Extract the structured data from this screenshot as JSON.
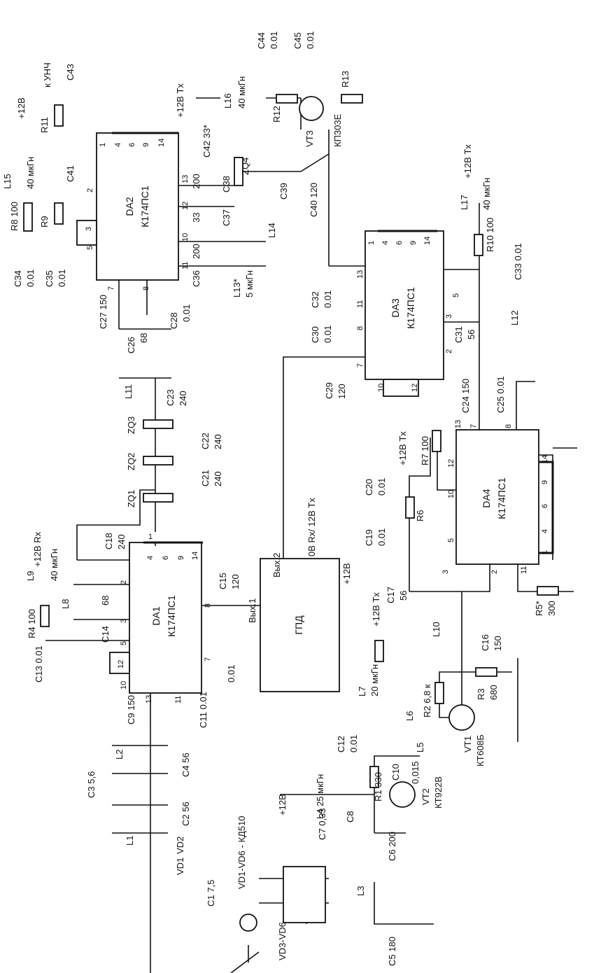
{
  "ics": [
    {
      "ref": "DA1",
      "part": "К174ПС1",
      "pins": [
        "1",
        "2",
        "3",
        "4",
        "5",
        "6",
        "7",
        "8",
        "9",
        "10",
        "11",
        "12",
        "13",
        "14"
      ]
    },
    {
      "ref": "DA2",
      "part": "К174ПС1",
      "pins": [
        "1",
        "2",
        "3",
        "4",
        "5",
        "6",
        "7",
        "8",
        "9",
        "10",
        "11",
        "12",
        "13",
        "14"
      ]
    },
    {
      "ref": "DA3",
      "part": "К174ПС1",
      "pins": [
        "1",
        "2",
        "3",
        "4",
        "5",
        "6",
        "7",
        "8",
        "9",
        "10",
        "11",
        "12",
        "13",
        "14"
      ]
    },
    {
      "ref": "DA4",
      "part": "К174ПС1",
      "pins": [
        "1",
        "2",
        "3",
        "4",
        "5",
        "6",
        "7",
        "8",
        "9",
        "10",
        "11",
        "12",
        "13",
        "14"
      ]
    }
  ],
  "gpd": {
    "name": "ГПД",
    "out1": "Вых.1",
    "out2": "Вых.2",
    "supply": "+12В",
    "ctrl": "0В Rx/ 12В Tx"
  },
  "labels": {
    "l1": "+12B",
    "l2": "к УНЧ",
    "l3": "+12В Tx",
    "l4": "+12B Rx",
    "l5": "+12В Tx",
    "l6": "+12В Tx",
    "l7": "+12В",
    "l8": "+12В Tx",
    "l9": "+12В",
    "c1": "C1 7,5",
    "c2": "C2 56",
    "c3": "C3 5,6",
    "c4": "C4 56",
    "c5": "C5 180",
    "c6": "C6 200",
    "c7": "C7 0,33",
    "c8": "C8",
    "c9": "C9 150",
    "c10": "C10",
    "c10v": "0,015",
    "c11": "C11 0.01",
    "c12": "C12",
    "c12v": "0.01",
    "c13": "C13 0.01",
    "c14": "C14",
    "c14v": "68",
    "c15": "C15",
    "c15v": "120",
    "c16": "C16",
    "c16v": "150",
    "c17": "C17",
    "c17v": "56",
    "c18": "C18",
    "c18v": "240",
    "c19": "C19",
    "c19v": "0.01",
    "c20": "C20",
    "c20v": "0.01",
    "c21": "C21",
    "c21v": "240",
    "c22": "C22",
    "c22v": "240",
    "c23": "C23",
    "c23v": "240",
    "c24": "C24 150",
    "c25": "C25 0.01",
    "c26": "C26",
    "c26v": "68",
    "c27": "C27 150",
    "c28": "C28",
    "c28v": "0.01",
    "c29": "C29",
    "c29v": "120",
    "c30": "C30",
    "c30v": "0.01",
    "c31": "C31",
    "c31v": "56",
    "c32": "C32",
    "c32v": "0.01",
    "c33": "C33 0.01",
    "c34": "C34",
    "c34v": "0.01",
    "c35": "C35",
    "c35v": "0.01",
    "c36": "C36",
    "c37": "C37",
    "c38": "C38",
    "c39": "C39",
    "c40": "C40 120",
    "c41": "C41",
    "c42": "C42 33*",
    "c43": "C43",
    "c44": "C44",
    "c44v": "0.01",
    "c45": "C45",
    "c45v": "0.01",
    "cap7v": "0.01",
    "v200a": "200",
    "v200b": "200",
    "v33": "33",
    "r1": "R1 330",
    "r2": "R2 6,8 к",
    "r3": "R3",
    "r3v": "680",
    "r4": "R4 100",
    "r5": "R5*",
    "r5v": "300",
    "r6": "R6",
    "r7": "R7 100",
    "r8": "R8 100",
    "r9": "R9",
    "r10": "R10 100",
    "r11": "R11",
    "r12": "R12",
    "r13": "R13",
    "l1n": "L1",
    "l2n": "L2",
    "l3n": "L3",
    "l4n": "L4 25 мкГн",
    "l5n": "L5",
    "l6n": "L6",
    "l7n": "L7",
    "l7v": "20 мкГн",
    "l8n": "L8",
    "l9n": "L9",
    "l9v": "40 мкГн",
    "l10n": "L10",
    "l11n": "L11",
    "l12n": "L12",
    "l13n": "L13*",
    "l13v": "5 мкГн",
    "l14n": "L14",
    "l15n": "L15",
    "l15v": "40 мкГн",
    "l16n": "L16",
    "l16v": "40 мкГн",
    "l17n": "L17",
    "l17v": "40 мкГн",
    "zq1": "ZQ1",
    "zq2": "ZQ2",
    "zq3": "ZQ3",
    "zq4": "ZQ4",
    "vd1": "VD1",
    "vd2": "VD2",
    "vd16": "VD1-VD6 - КД510",
    "vd36": "VD3-VD6",
    "vt1": "VT1",
    "vt1p": "КТ608Б",
    "vt2": "VT2",
    "vt2p": "КТ922В",
    "vt3": "VT3",
    "vt3p": "КП303Е"
  }
}
